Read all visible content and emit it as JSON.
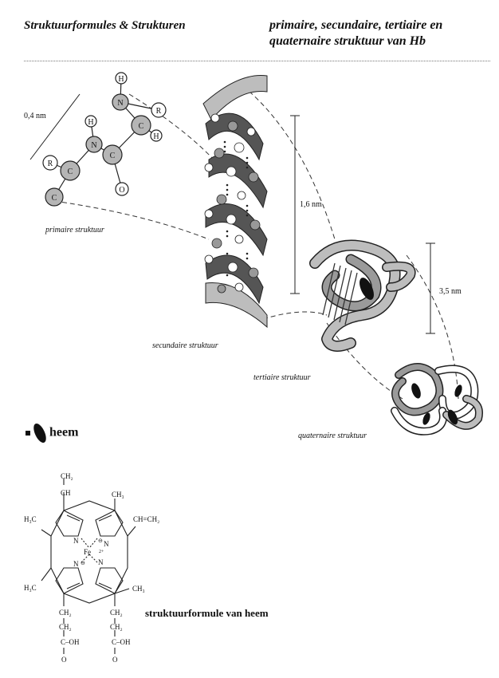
{
  "header": {
    "left_title": "Struktuurformules & Strukturen",
    "right_title_line1": "primaire, secundaire, tertiaire en",
    "right_title_line2": "quaternaire struktuur van Hb"
  },
  "labels": {
    "primary": "primaire struktuur",
    "secondary": "secundaire struktuur",
    "tertiary": "tertiaire struktuur",
    "quaternary": "quaternaire struktuur"
  },
  "measurements": {
    "primary": "0,4 nm",
    "secondary": "1,6 nm",
    "tertiary": "3,5 nm"
  },
  "atoms": {
    "H1": "H",
    "N1": "N",
    "R1": "R",
    "C1": "C",
    "H2": "H",
    "H3": "H",
    "N2": "N",
    "C2": "C",
    "R2": "R",
    "C3": "C",
    "O1": "O",
    "C4": "C"
  },
  "legend": {
    "heme_label": "heem"
  },
  "heme_formula": {
    "caption": "struktuurformule van heem",
    "vinyl_top_ch2": "CH₂",
    "vinyl_top_ch": "CH",
    "ch3_top_right": "CH₃",
    "h3c_left_top": "H₃C",
    "vinyl_right": "CH=CH₂",
    "h3c_left_bottom": "H₃C",
    "ch3_bottom_right": "CH₃",
    "fe": "Fe",
    "fe_charge": "2+",
    "n_tl": "N",
    "n_tr": "N",
    "n_bl": "N",
    "n_br": "N",
    "n_tr_charge": "⊖",
    "n_bl_charge": "⊖",
    "left_chain_1": "CH₂",
    "left_chain_2": "CH₂",
    "left_chain_3": "C–OH",
    "left_chain_4": "O",
    "right_chain_1": "CH₂",
    "right_chain_2": "CH₂",
    "right_chain_3": "C–OH",
    "right_chain_4": "O"
  },
  "colors": {
    "atom_fill": "#b5b5b5",
    "ribbon_dark": "#555555",
    "ribbon_light": "#bdbdbd",
    "ink": "#111111"
  }
}
